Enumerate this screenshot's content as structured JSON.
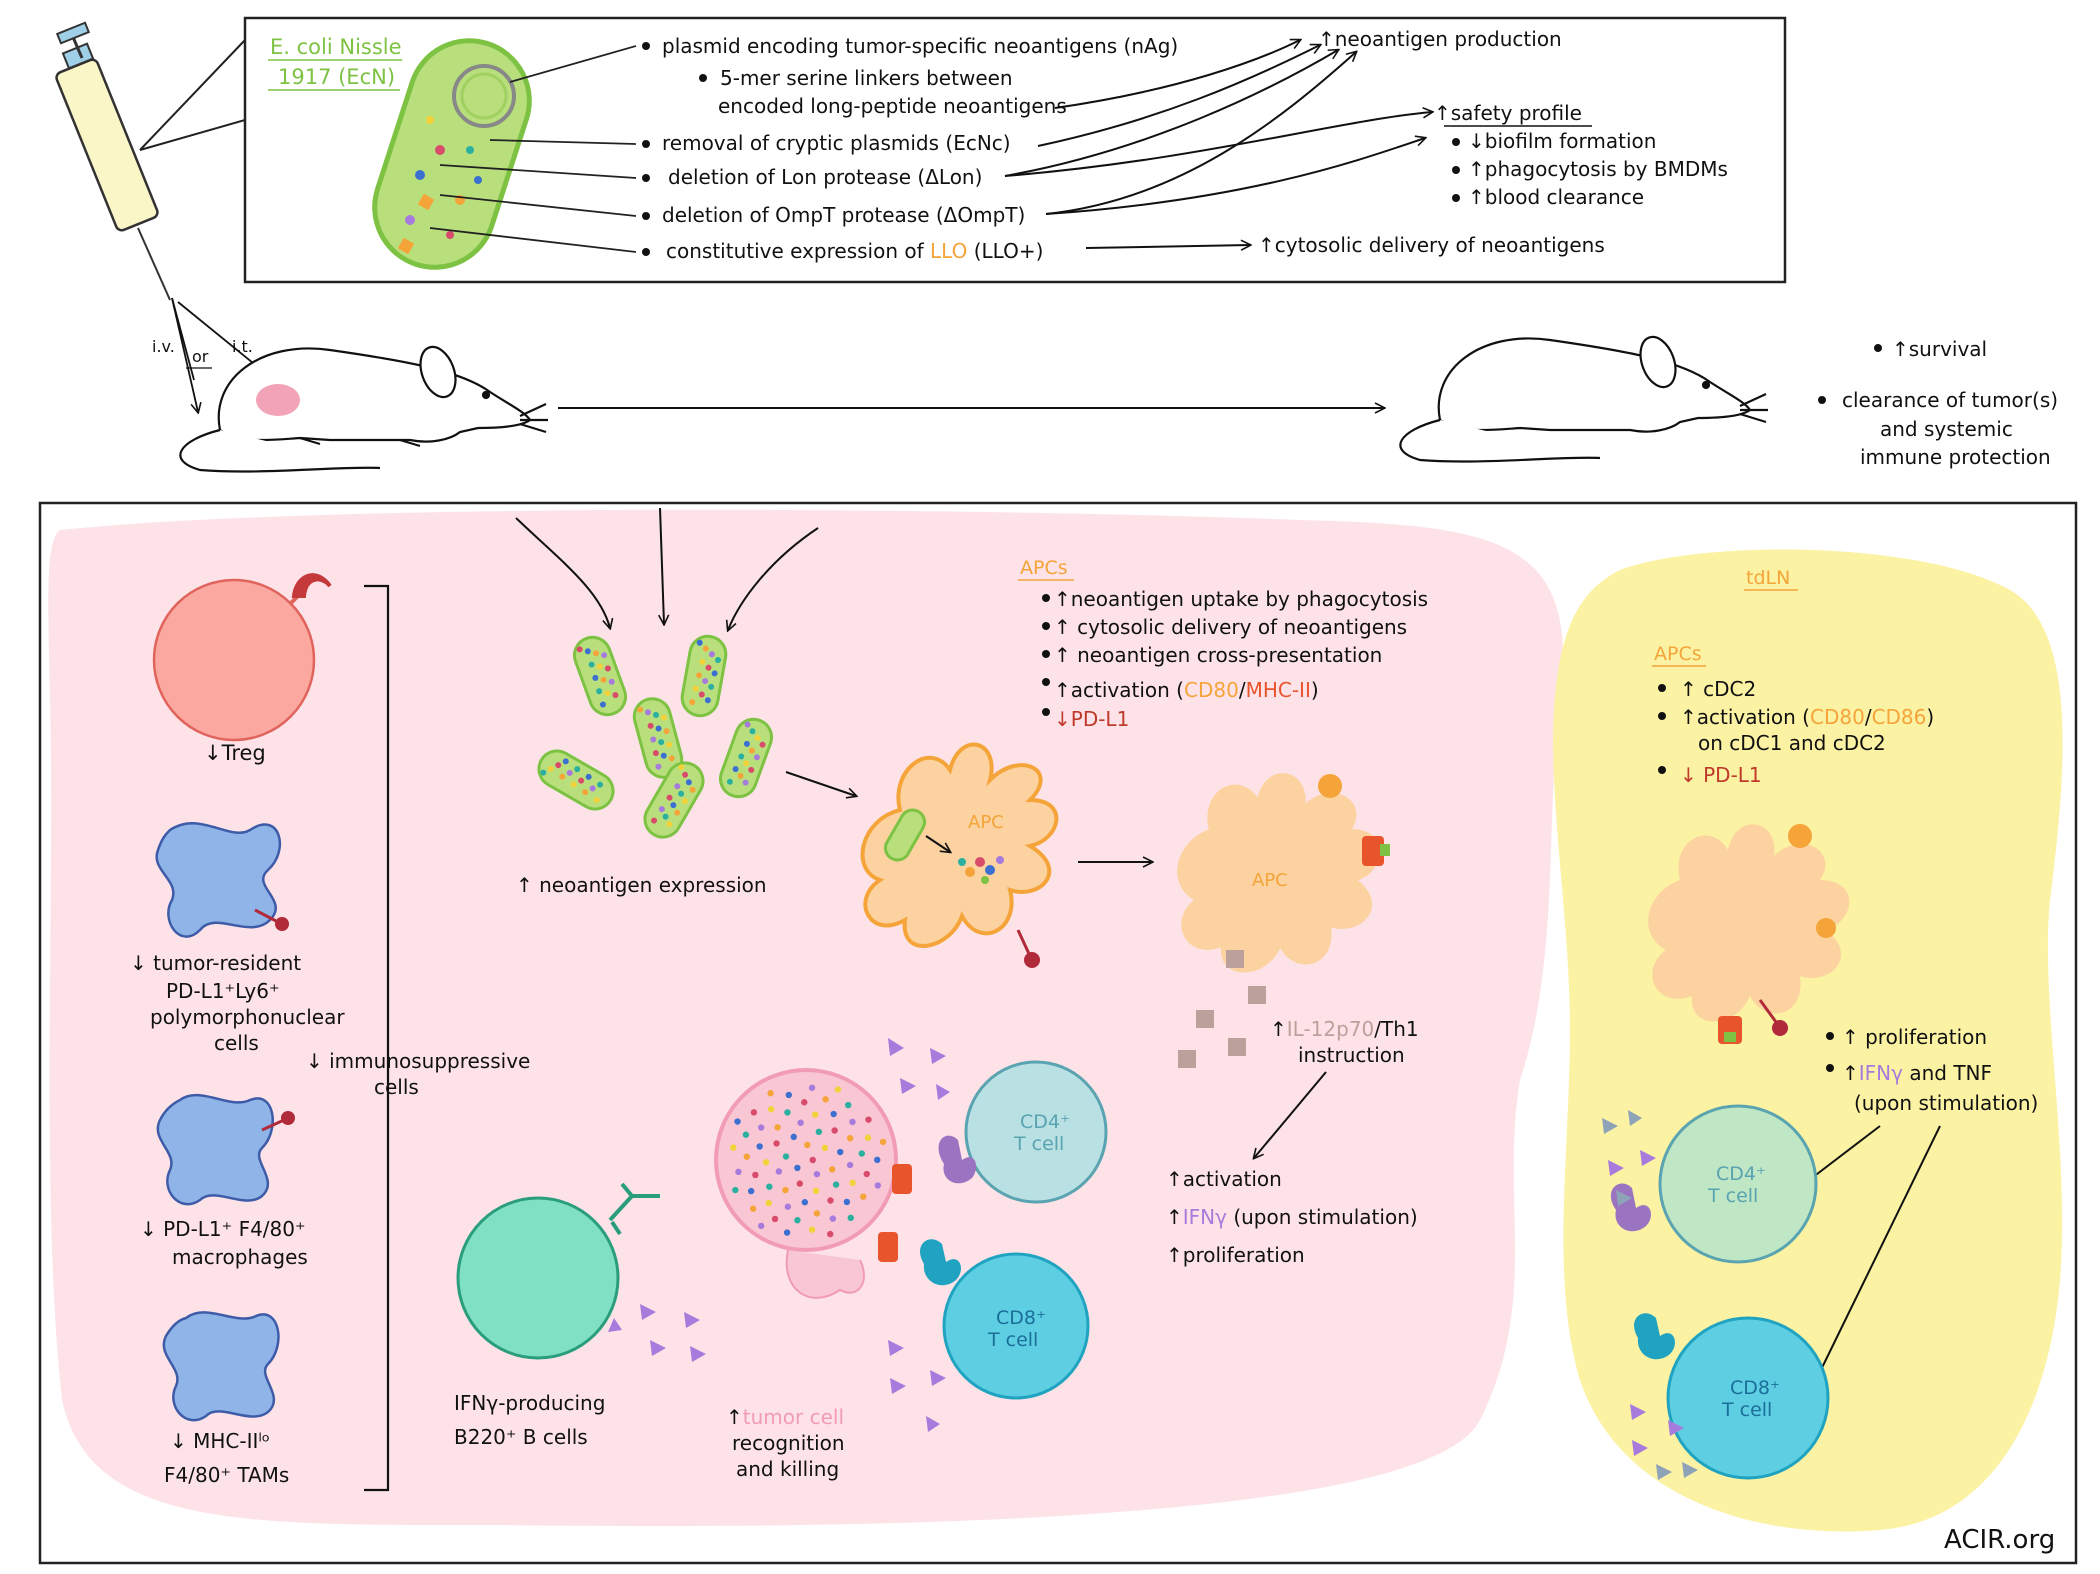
{
  "top_box": {
    "ecn_line1": "E. coli Nissle",
    "ecn_line2": "1917 (EcN)",
    "b1": "plasmid encoding  tumor-specific neoantigens (nAg)",
    "b1a_1": "5-mer serine linkers between",
    "b1a_2": "encoded long-peptide neoantigens",
    "b2": "removal of cryptic plasmids (EcNc)",
    "b3": "deletion of Lon protease (ΔLon)",
    "b4": "deletion of OmpT protease (ΔOmpT)",
    "b5_pre": "constitutive expression of",
    "b5_llo": "LLO",
    "b5_post": "(LLO+)",
    "r1": "↑neoantigen production",
    "r2": "↑safety profile",
    "r2a": "↓biofilm formation",
    "r2b": "↑phagocytosis by BMDMs",
    "r2c": "↑blood clearance",
    "r3": "↑cytosolic delivery of neoantigens"
  },
  "route": {
    "iv": "i.v.",
    "or": "or",
    "it": "i.t."
  },
  "outcomes": {
    "o1": "↑survival",
    "o2a": "clearance of tumor(s)",
    "o2b": "and systemic",
    "o2c": "immune protection"
  },
  "left_cells": {
    "treg": "↓Treg",
    "pmn1": "↓ tumor-resident",
    "pmn2": "PD-L1⁺Ly6⁺",
    "pmn3": "polymorphonuclear",
    "pmn4": "cells",
    "immuno1": "↓ immunosuppressive",
    "immuno2": "cells",
    "mac1": "↓ PD-L1⁺ F4/80⁺",
    "mac2": "macrophages",
    "tam1": "↓ MHC-IIˡᵒ",
    "tam2": "F4/80⁺ TAMs"
  },
  "center": {
    "neo_expr": "↑ neoantigen expression",
    "apcs_title": "APCs",
    "apc1": "↑neoantigen uptake by phagocytosis",
    "apc2": "↑ cytosolic delivery of neoantigens",
    "apc3": "↑ neoantigen cross-presentation",
    "apc4_pre": "↑activation (",
    "apc4_cd80": "CD80",
    "apc4_mhc": "MHC-II",
    "apc4_post": ")",
    "apc5": "↓PD-L1",
    "apc_label": "APC",
    "il12_pre": "↑",
    "il12": "IL-12p70",
    "il12_post": "/Th1",
    "instruction": "instruction",
    "act1": "↑activation",
    "act2_pre": "↑",
    "act2_ifn": "IFNγ",
    "act2_post": "(upon stimulation)",
    "act3": "↑proliferation",
    "cd4": "CD4⁺",
    "cd8": "CD8⁺",
    "tcell": "T cell",
    "bcell1": "IFNγ-producing",
    "bcell2": "B220⁺ B cells",
    "kill1_pre": "↑",
    "kill1": "tumor cell",
    "kill2": "recognition",
    "kill3": "and killing"
  },
  "tdln": {
    "title": "tdLN",
    "apcs": "APCs",
    "t1": "↑ cDC2",
    "t2_pre": "↑activation (",
    "t2_cd80": "CD80",
    "t2_cd86": "CD86",
    "t2_post": ")",
    "t2b": "on cDC1 and cDC2",
    "t3": "↓ PD-L1",
    "p1": "↑ proliferation",
    "p2_pre": "↑",
    "p2_ifn": "IFNγ",
    "p2_post": "and TNF",
    "p3": "(upon stimulation)",
    "cd4": "CD4⁺",
    "cd8": "CD8⁺",
    "tcell": "T cell"
  },
  "footer": "ACIR.org",
  "colors": {
    "green_text": "#7dc242",
    "orange_text": "#f5a43a",
    "red_text": "#c0392b",
    "purple_text": "#a77bdc",
    "pink_bg": "#fde3e8",
    "yellow_bg": "#fbf2a3"
  }
}
